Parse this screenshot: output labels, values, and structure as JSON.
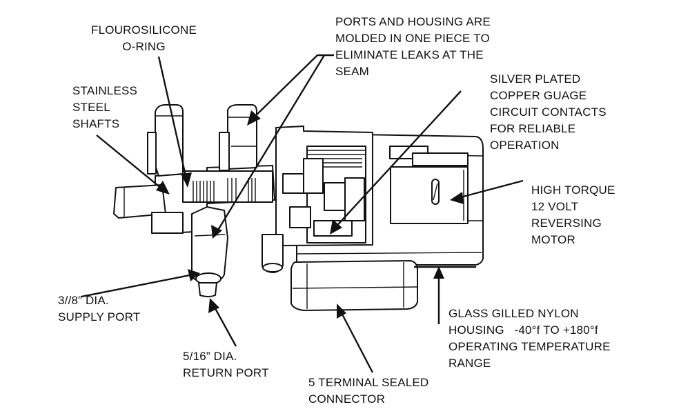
{
  "diagram": {
    "subject": "Fuel tank selector valve assembly",
    "callouts": [
      {
        "id": "oring",
        "lines": [
          "FLOUROSILICONE",
          "O-RING"
        ]
      },
      {
        "id": "shafts",
        "lines": [
          "STAINLESS",
          "STEEL",
          "SHAFTS"
        ]
      },
      {
        "id": "ports",
        "lines": [
          "PORTS AND HOUSING ARE",
          "MOLDED IN ONE PIECE TO",
          "ELIMINATE LEAKS AT THE",
          "SEAM"
        ]
      },
      {
        "id": "contacts",
        "lines": [
          "SILVER PLATED",
          "COPPER GUAGE",
          "CIRCUIT CONTACTS",
          "FOR RELIABLE",
          "OPERATION"
        ]
      },
      {
        "id": "motor",
        "lines": [
          "HIGH TORQUE",
          "12 VOLT",
          "REVERSING",
          "MOTOR"
        ]
      },
      {
        "id": "housing",
        "lines": [
          "GLASS GILLED NYLON",
          "HOUSING   -40°f TO +180°f",
          "OPERATING TEMPERATURE",
          "RANGE"
        ]
      },
      {
        "id": "supply",
        "lines": [
          "3//8” DIA.",
          "SUPPLY PORT"
        ]
      },
      {
        "id": "return",
        "lines": [
          "5/16” DIA.",
          "RETURN PORT"
        ]
      },
      {
        "id": "connector",
        "lines": [
          "5 TERMINAL SEALED",
          "CONNECTOR"
        ]
      }
    ]
  }
}
